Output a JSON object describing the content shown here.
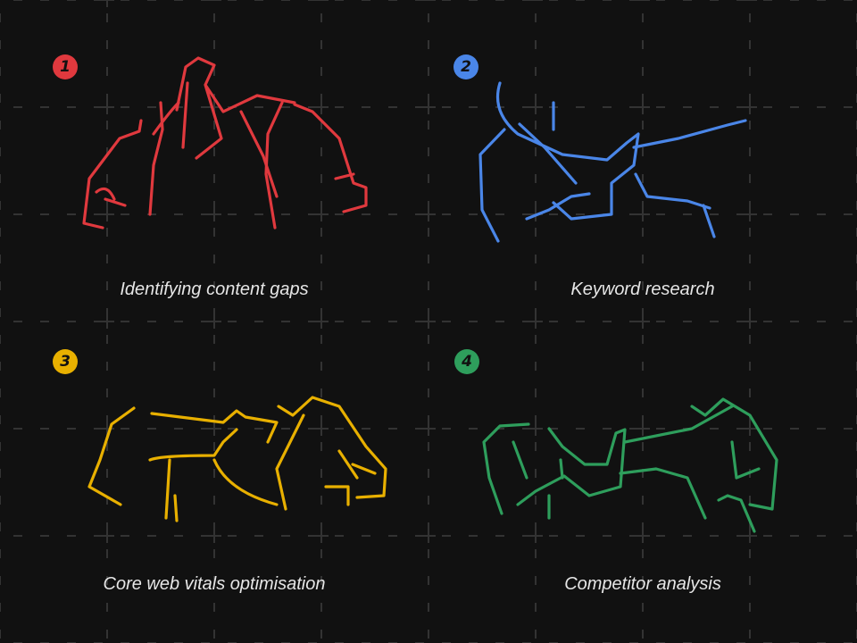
{
  "colors": {
    "background": "#111111",
    "grid_line": "#333333",
    "caption_text": "#e6e6e6",
    "red": "#e0393e",
    "blue": "#4a86e8",
    "yellow": "#e8b000",
    "green": "#2e9e5c"
  },
  "panels": [
    {
      "number": "1",
      "caption": "Identifying content gaps",
      "color": "#e0393e",
      "icon": "two-karateka-arm-raise-illustration"
    },
    {
      "number": "2",
      "caption": "Keyword research",
      "color": "#4a86e8",
      "icon": "two-karateka-grab-illustration"
    },
    {
      "number": "3",
      "caption": "Core web vitals optimisation",
      "color": "#e8b000",
      "icon": "two-karateka-wrist-block-illustration"
    },
    {
      "number": "4",
      "caption": "Competitor analysis",
      "color": "#2e9e5c",
      "icon": "two-karateka-punch-block-illustration"
    }
  ]
}
